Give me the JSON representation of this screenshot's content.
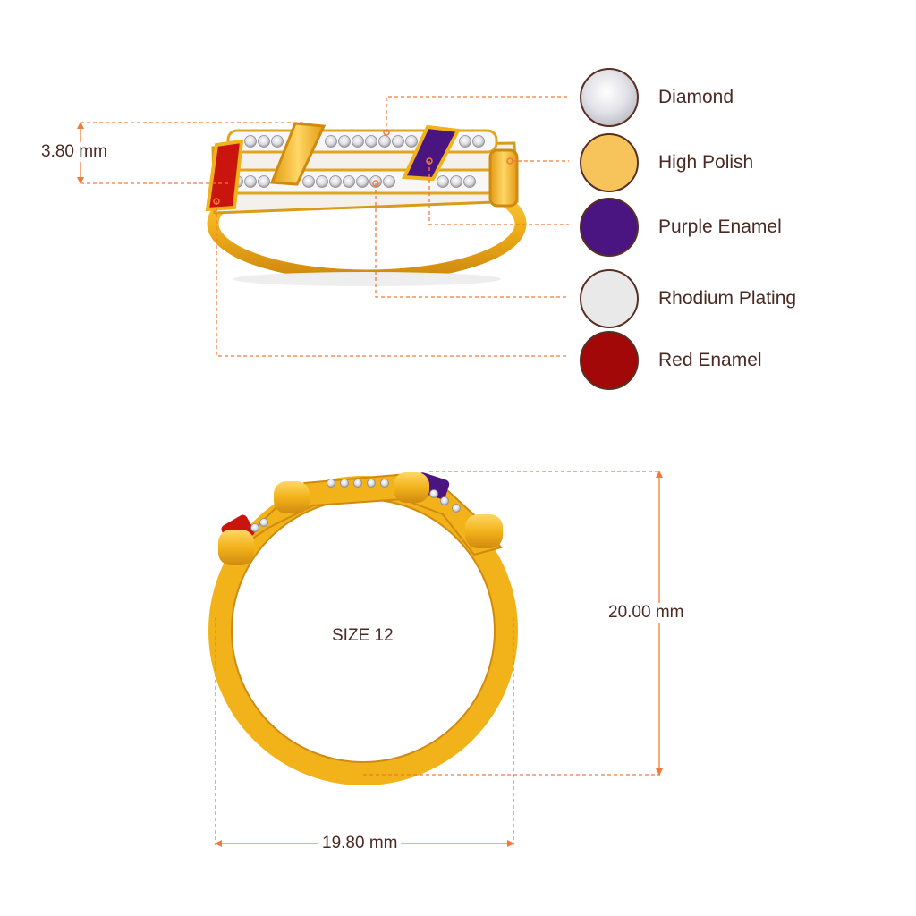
{
  "legend": {
    "items": [
      {
        "label": "Diamond",
        "color": "#e8e8ec",
        "icon": "diamond-gem-icon"
      },
      {
        "label": "High Polish",
        "color": "#f6c45a",
        "icon": "high-polish-swatch"
      },
      {
        "label": "Purple Enamel",
        "color": "#4a1580",
        "icon": "purple-enamel-swatch"
      },
      {
        "label": "Rhodium Plating",
        "color": "#e9e9e9",
        "icon": "rhodium-plating-swatch"
      },
      {
        "label": "Red Enamel",
        "color": "#a30808",
        "icon": "red-enamel-swatch"
      }
    ]
  },
  "dimensions": {
    "height": "3.80 mm",
    "outer_height": "20.00 mm",
    "width": "19.80 mm",
    "ring_size": "SIZE 12"
  },
  "colors": {
    "dimension_line": "#f07a3a",
    "gold": "#f2b21a",
    "gold_light": "#ffd766",
    "gold_dark": "#d08a10",
    "text": "#4a2a22"
  }
}
